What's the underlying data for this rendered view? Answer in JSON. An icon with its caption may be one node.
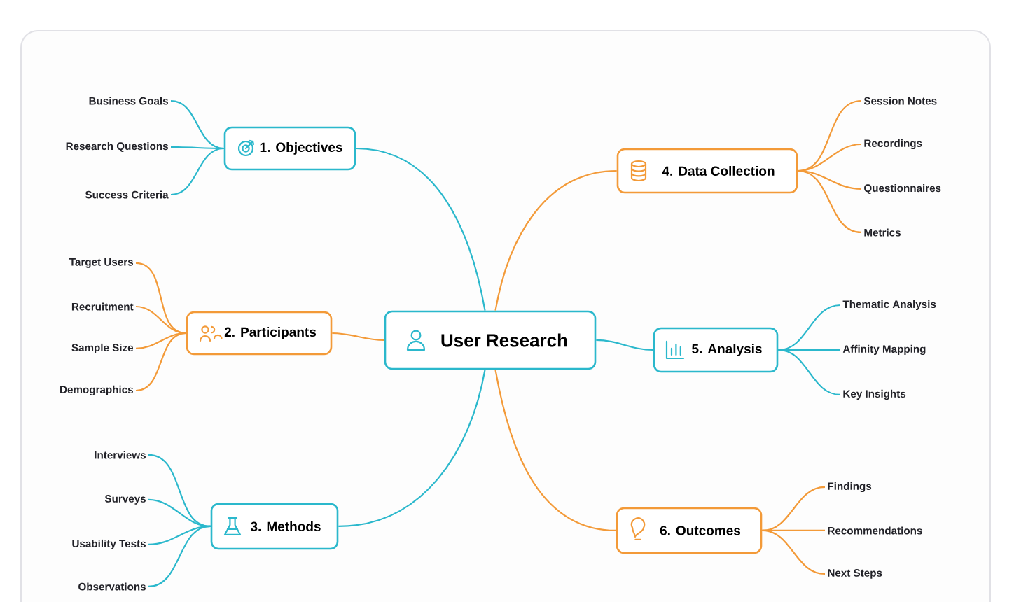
{
  "diagram": {
    "nodes": [
      {
        "text": [
          "User Research"
        ]
      },
      {
        "text": [
          "1. Objectives"
        ]
      },
      {
        "text": [
          "Business Goals"
        ]
      },
      {
        "text": [
          "Research Questions"
        ]
      },
      {
        "text": [
          "Success Criteria"
        ]
      },
      {
        "text": [
          "2. Participants"
        ]
      },
      {
        "text": [
          "Target Users"
        ]
      },
      {
        "text": [
          "Recruitment"
        ]
      },
      {
        "text": [
          "Sample Size"
        ]
      },
      {
        "text": [
          "Demographics"
        ]
      },
      {
        "text": [
          "3. Methods"
        ]
      },
      {
        "text": [
          "Interviews"
        ]
      },
      {
        "text": [
          "Surveys"
        ]
      },
      {
        "text": [
          "Usability Tests"
        ]
      },
      {
        "text": [
          "Observations"
        ]
      },
      {
        "text": [
          "4. Data Collection"
        ]
      },
      {
        "text": [
          "Session Notes"
        ]
      },
      {
        "text": [
          "Recordings"
        ]
      },
      {
        "text": [
          "Questionnaires"
        ]
      },
      {
        "text": [
          "Metrics"
        ]
      },
      {
        "text": [
          "5. Analysis"
        ]
      },
      {
        "text": [
          "Thematic Analysis"
        ]
      },
      {
        "text": [
          "Affinity Mapping"
        ]
      },
      {
        "text": [
          "Key Insights"
        ]
      },
      {
        "text": [
          "6. Outcomes"
        ]
      },
      {
        "text": [
          "Findings"
        ]
      },
      {
        "text": [
          "Recommendations"
        ]
      },
      {
        "text": [
          "Next Steps"
        ]
      }
    ],
    "edges": [
      {
        "from": 0,
        "to": 1,
        "arrow": "none",
        "color": "#2bb8cc"
      },
      {
        "from": 1,
        "to": 2,
        "arrow": "none",
        "color": "#2bb8cc"
      },
      {
        "from": 1,
        "to": 3,
        "arrow": "none",
        "color": "#2bb8cc"
      },
      {
        "from": 1,
        "to": 4,
        "arrow": "none",
        "color": "#2bb8cc"
      },
      {
        "from": 0,
        "to": 5,
        "arrow": "none",
        "color": "#f39a38"
      },
      {
        "from": 5,
        "to": 6,
        "arrow": "none",
        "color": "#f39a38"
      },
      {
        "from": 5,
        "to": 7,
        "arrow": "none",
        "color": "#f39a38"
      },
      {
        "from": 5,
        "to": 8,
        "arrow": "none",
        "color": "#f39a38"
      },
      {
        "from": 5,
        "to": 9,
        "arrow": "none",
        "color": "#f39a38"
      },
      {
        "from": 0,
        "to": 10,
        "arrow": "none",
        "color": "#2bb8cc"
      },
      {
        "from": 10,
        "to": 11,
        "arrow": "none",
        "color": "#2bb8cc"
      },
      {
        "from": 10,
        "to": 12,
        "arrow": "none",
        "color": "#2bb8cc"
      },
      {
        "from": 10,
        "to": 13,
        "arrow": "none",
        "color": "#2bb8cc"
      },
      {
        "from": 10,
        "to": 14,
        "arrow": "none",
        "color": "#2bb8cc"
      },
      {
        "from": 0,
        "to": 15,
        "arrow": "none",
        "color": "#f39a38"
      },
      {
        "from": 15,
        "to": 16,
        "arrow": "none",
        "color": "#f39a38"
      },
      {
        "from": 15,
        "to": 17,
        "arrow": "none",
        "color": "#f39a38"
      },
      {
        "from": 15,
        "to": 18,
        "arrow": "none",
        "color": "#f39a38"
      },
      {
        "from": 15,
        "to": 19,
        "arrow": "none",
        "color": "#f39a38"
      },
      {
        "from": 0,
        "to": 20,
        "arrow": "none",
        "color": "#2bb8cc"
      },
      {
        "from": 20,
        "to": 21,
        "arrow": "none",
        "color": "#2bb8cc"
      },
      {
        "from": 20,
        "to": 22,
        "arrow": "none",
        "color": "#2bb8cc"
      },
      {
        "from": 20,
        "to": 23,
        "arrow": "none",
        "color": "#2bb8cc"
      },
      {
        "from": 0,
        "to": 24,
        "arrow": "none",
        "color": "#f39a38"
      },
      {
        "from": 24,
        "to": 25,
        "arrow": "none",
        "color": "#f39a38"
      },
      {
        "from": 24,
        "to": 26,
        "arrow": "none",
        "color": "#f39a38"
      },
      {
        "from": 24,
        "to": 27,
        "arrow": "none",
        "color": "#f39a38"
      }
    ]
  }
}
